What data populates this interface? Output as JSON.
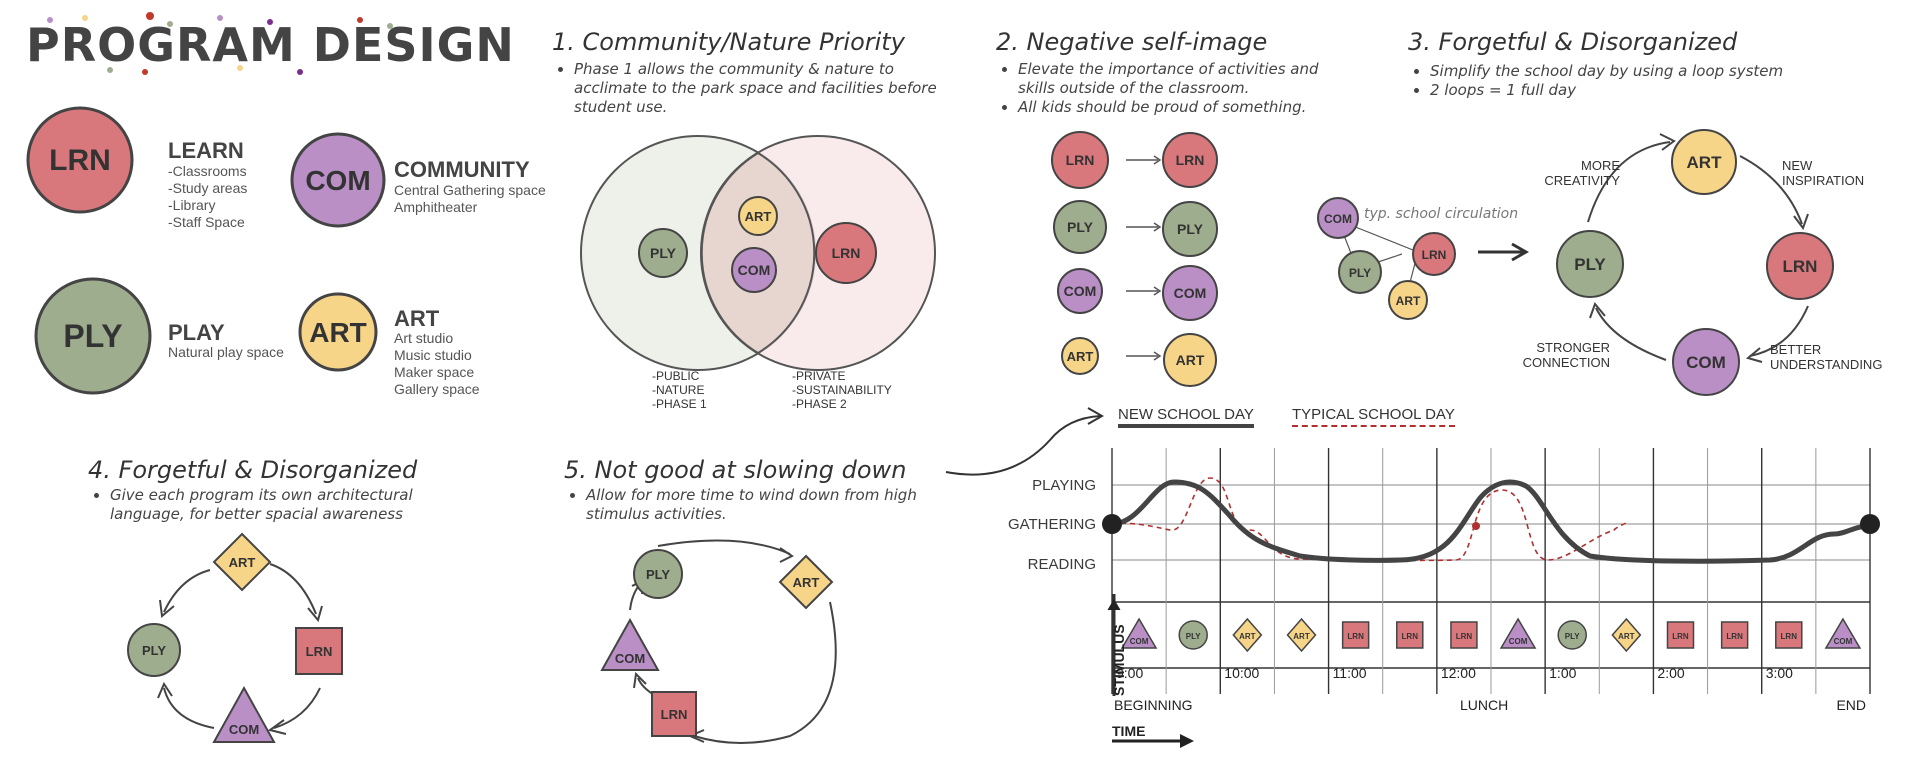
{
  "colors": {
    "learn": "#d9787c",
    "community": "#b98fc6",
    "play": "#9fad8f",
    "art": "#f6d488",
    "stroke": "#444444",
    "accent_red": "#b03030"
  },
  "page_title": "PROGRAM DESIGN",
  "legend": {
    "learn": {
      "abbr": "LRN",
      "name": "LEARN",
      "items": [
        "-Classrooms",
        "-Study areas",
        "-Library",
        "-Staff Space"
      ]
    },
    "community": {
      "abbr": "COM",
      "name": "COMMUNITY",
      "items": [
        "Central Gathering space",
        "Amphitheater"
      ]
    },
    "play": {
      "abbr": "PLY",
      "name": "PLAY",
      "items": [
        "Natural play space"
      ]
    },
    "art": {
      "abbr": "ART",
      "name": "ART",
      "items": [
        "Art studio",
        "Music studio",
        "Maker space",
        "Gallery space"
      ]
    }
  },
  "section1": {
    "heading": "1. Community/Nature Priority",
    "bullets": [
      "Phase 1 allows the community & nature to acclimate to the park space and facilities before student use."
    ],
    "venn_left_label": "PLY",
    "venn_mid_top": "ART",
    "venn_mid_bottom": "COM",
    "venn_right_label": "LRN",
    "left_notes": [
      "-PUBLIC",
      "-NATURE",
      "-PHASE 1"
    ],
    "right_notes": [
      "-PRIVATE",
      "-SUSTAINABILITY",
      "-PHASE 2"
    ]
  },
  "section2": {
    "heading": "2. Negative self-image",
    "bullets": [
      "Elevate the importance of activities and skills outside of the classroom.",
      "All kids should be proud of something."
    ],
    "pairs": [
      "LRN",
      "PLY",
      "COM",
      "ART"
    ]
  },
  "section3": {
    "heading": "3. Forgetful & Disorganized",
    "bullets": [
      "Simplify the school day by using a loop system",
      "2 loops = 1 full day"
    ],
    "typ_label": "typ. school circulation",
    "small_nodes": [
      "COM",
      "LRN",
      "PLY",
      "ART"
    ],
    "loop_nodes": [
      "ART",
      "LRN",
      "COM",
      "PLY"
    ],
    "loop_labels": [
      "MORE CREATIVITY",
      "NEW INSPIRATION",
      "BETTER UNDERSTANDING",
      "STRONGER CONNECTION"
    ]
  },
  "section4": {
    "heading": "4. Forgetful & Disorganized",
    "bullets": [
      "Give each program its own architectural language, for better spacial awareness"
    ],
    "nodes": [
      "ART",
      "LRN",
      "COM",
      "PLY"
    ]
  },
  "section5": {
    "heading": "5. Not good at slowing down",
    "bullets": [
      "Allow for more time to wind down from high stimulus activities."
    ],
    "nodes": [
      "PLY",
      "ART",
      "COM",
      "LRN"
    ]
  },
  "schedule": {
    "legend_new": "NEW SCHOOL DAY",
    "legend_typical": "TYPICAL SCHOOL DAY",
    "row_labels": [
      "PLAYING",
      "GATHERING",
      "READING"
    ],
    "blocks": [
      {
        "abbr": "COM",
        "shape": "triangle"
      },
      {
        "abbr": "PLY",
        "shape": "circle"
      },
      {
        "abbr": "ART",
        "shape": "diamond"
      },
      {
        "abbr": "ART",
        "shape": "diamond"
      },
      {
        "abbr": "LRN",
        "shape": "square"
      },
      {
        "abbr": "LRN",
        "shape": "square"
      },
      {
        "abbr": "LRN",
        "shape": "square"
      },
      {
        "abbr": "COM",
        "shape": "triangle"
      },
      {
        "abbr": "PLY",
        "shape": "circle"
      },
      {
        "abbr": "ART",
        "shape": "diamond"
      },
      {
        "abbr": "LRN",
        "shape": "square"
      },
      {
        "abbr": "LRN",
        "shape": "square"
      },
      {
        "abbr": "LRN",
        "shape": "square"
      },
      {
        "abbr": "COM",
        "shape": "triangle"
      }
    ],
    "times": [
      "9:00",
      "10:00",
      "11:00",
      "12:00",
      "1:00",
      "2:00",
      "3:00"
    ],
    "bottom_labels": {
      "start": "BEGINNING",
      "middle": "LUNCH",
      "end": "END"
    },
    "y_axis": "STIMULUS",
    "x_axis": "TIME"
  }
}
